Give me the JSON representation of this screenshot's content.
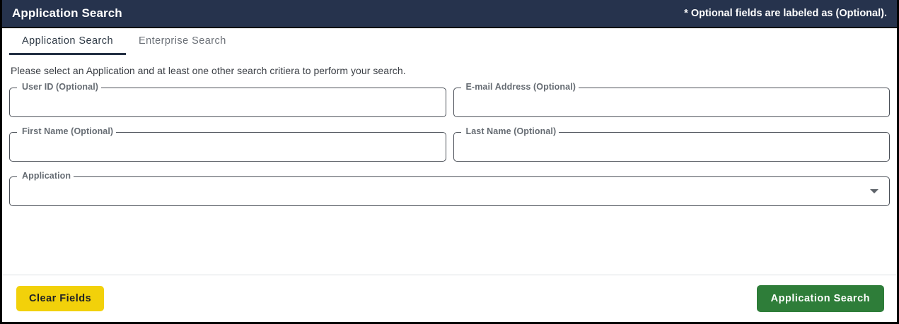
{
  "header": {
    "title": "Application Search",
    "note": "* Optional fields are labeled as (Optional)."
  },
  "tabs": [
    {
      "label": "Application Search",
      "active": true
    },
    {
      "label": "Enterprise Search",
      "active": false
    }
  ],
  "instructions": "Please select an Application and at least one other search critiera to perform your search.",
  "fields": {
    "user_id": {
      "label": "User ID (Optional)",
      "value": "",
      "placeholder": ""
    },
    "email": {
      "label": "E-mail Address (Optional)",
      "value": "",
      "placeholder": ""
    },
    "first_name": {
      "label": "First Name (Optional)",
      "value": "",
      "placeholder": ""
    },
    "last_name": {
      "label": "Last Name (Optional)",
      "value": "",
      "placeholder": ""
    },
    "application": {
      "label": "Application",
      "value": "",
      "icon": "chevron-down-icon"
    }
  },
  "footer": {
    "clear_label": "Clear Fields",
    "search_label": "Application Search"
  },
  "colors": {
    "header_bg": "#26334d",
    "tab_active_underline": "#243044",
    "clear_button": "#f2d10a",
    "search_button": "#2e7d39",
    "field_border": "#4a4f57"
  }
}
